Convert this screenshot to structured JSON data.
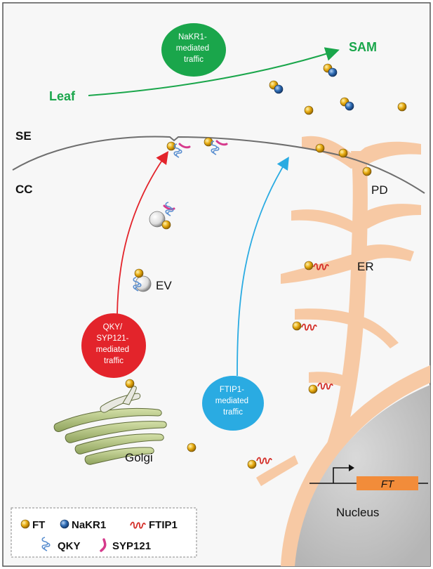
{
  "labels": {
    "se": "SE",
    "cc": "CC",
    "leaf": "Leaf",
    "sam": "SAM",
    "pd": "PD",
    "er": "ER",
    "ev": "EV",
    "golgi": "Golgi",
    "nucleus": "Nucleus",
    "ft_gene": "FT"
  },
  "pathways": {
    "nakr1": [
      "NaKR1-",
      "mediated",
      "traffic"
    ],
    "qky": [
      "QKY/",
      "SYP121-",
      "mediated",
      "traffic"
    ],
    "ftip1": [
      "FTIP1-",
      "mediated",
      "traffic"
    ]
  },
  "legend": {
    "ft": "FT",
    "nakr1": "NaKR1",
    "ftip1": "FTIP1",
    "qky": "QKY",
    "syp121": "SYP121"
  },
  "colors": {
    "nakr1_bubble": "#1aa64b",
    "qky_bubble": "#e3242b",
    "ftip1_bubble": "#2aabe2",
    "er": "#f7c9a4",
    "nucleus": "#c8c8c8",
    "ft_protein": "#e0a800",
    "nakr1_protein": "#2f6db5",
    "golgi": "#a9bb7a",
    "gene_box": "#f28c3a"
  }
}
